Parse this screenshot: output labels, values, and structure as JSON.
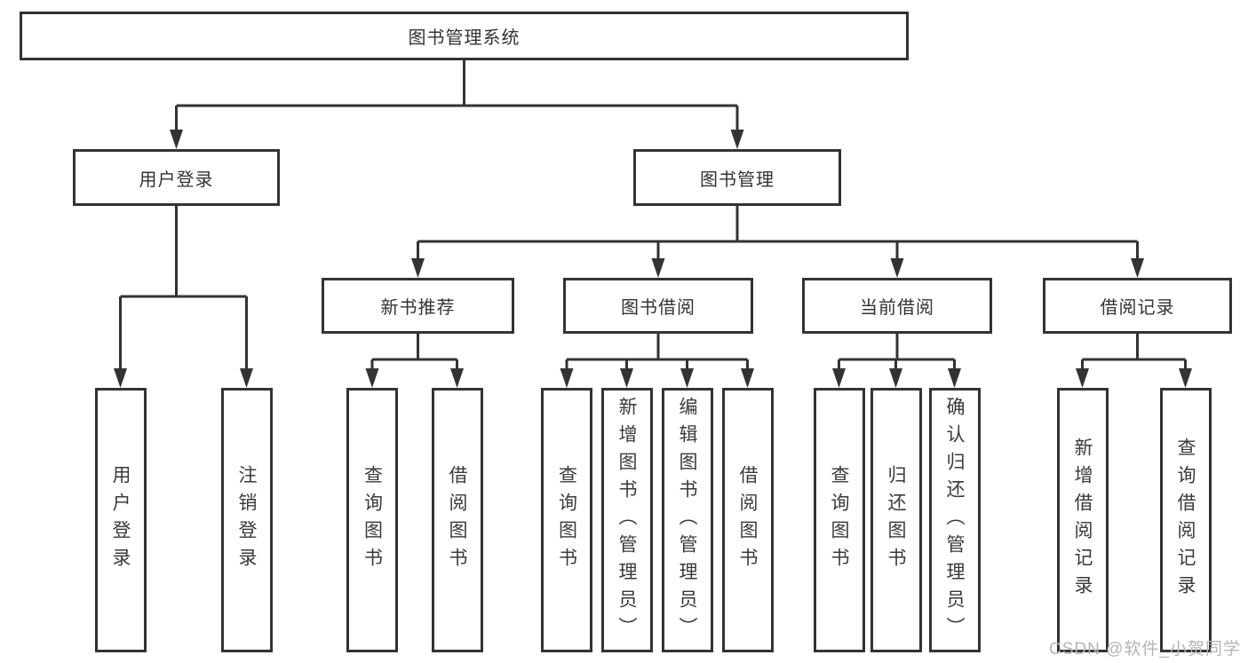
{
  "tree": {
    "label": "图书管理系统",
    "children": [
      {
        "label": "用户登录",
        "children": [
          {
            "label": "用户登录"
          },
          {
            "label": "注销登录"
          }
        ]
      },
      {
        "label": "图书管理",
        "children": [
          {
            "label": "新书推荐",
            "children": [
              {
                "label": "查询图书"
              },
              {
                "label": "借阅图书"
              }
            ]
          },
          {
            "label": "图书借阅",
            "children": [
              {
                "label": "查询图书"
              },
              {
                "label": "新增图书（管理员）"
              },
              {
                "label": "编辑图书（管理员）"
              },
              {
                "label": "借阅图书"
              }
            ]
          },
          {
            "label": "当前借阅",
            "children": [
              {
                "label": "查询图书"
              },
              {
                "label": "归还图书"
              },
              {
                "label": "确认归还（管理员）"
              }
            ]
          },
          {
            "label": "借阅记录",
            "children": [
              {
                "label": "新增借阅记录"
              },
              {
                "label": "查询借阅记录"
              }
            ]
          }
        ]
      }
    ]
  },
  "watermark": "CSDN @软件_小贺同学",
  "colors": {
    "line": "#333333",
    "box_border": "#333333",
    "text": "#333333",
    "watermark": "#b5b5b5",
    "background": "#ffffff"
  }
}
